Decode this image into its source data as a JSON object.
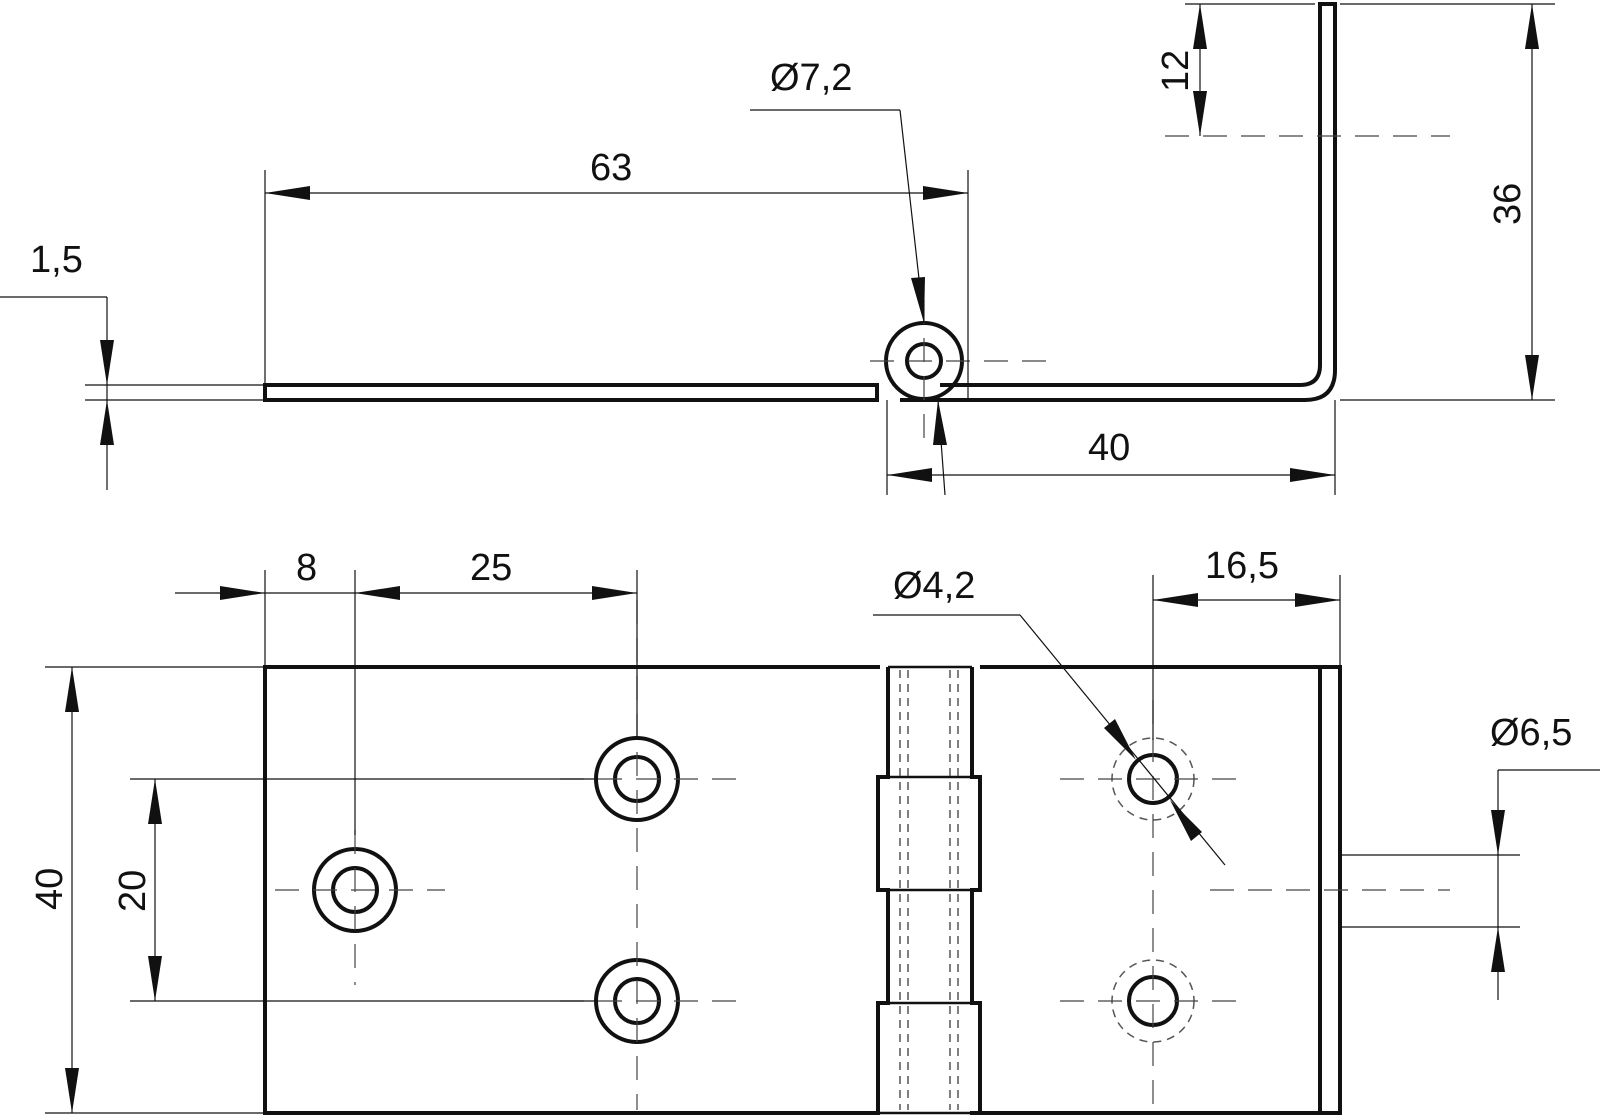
{
  "drawing": {
    "side_view": {
      "dims": {
        "thickness": "1,5",
        "leaf_length": "63",
        "knuckle_diameter": "Ø7,2",
        "bent_leaf_length": "40",
        "hole_offset": "12",
        "height": "36"
      }
    },
    "plan_view": {
      "dims": {
        "edge_to_hole": "8",
        "hole_spacing_x": "25",
        "hole_diameter": "Ø4,2",
        "right_edge_to_hole": "16,5",
        "pin_diameter": "Ø6,5",
        "leaf_width": "40",
        "hole_spacing_y": "20"
      }
    }
  }
}
